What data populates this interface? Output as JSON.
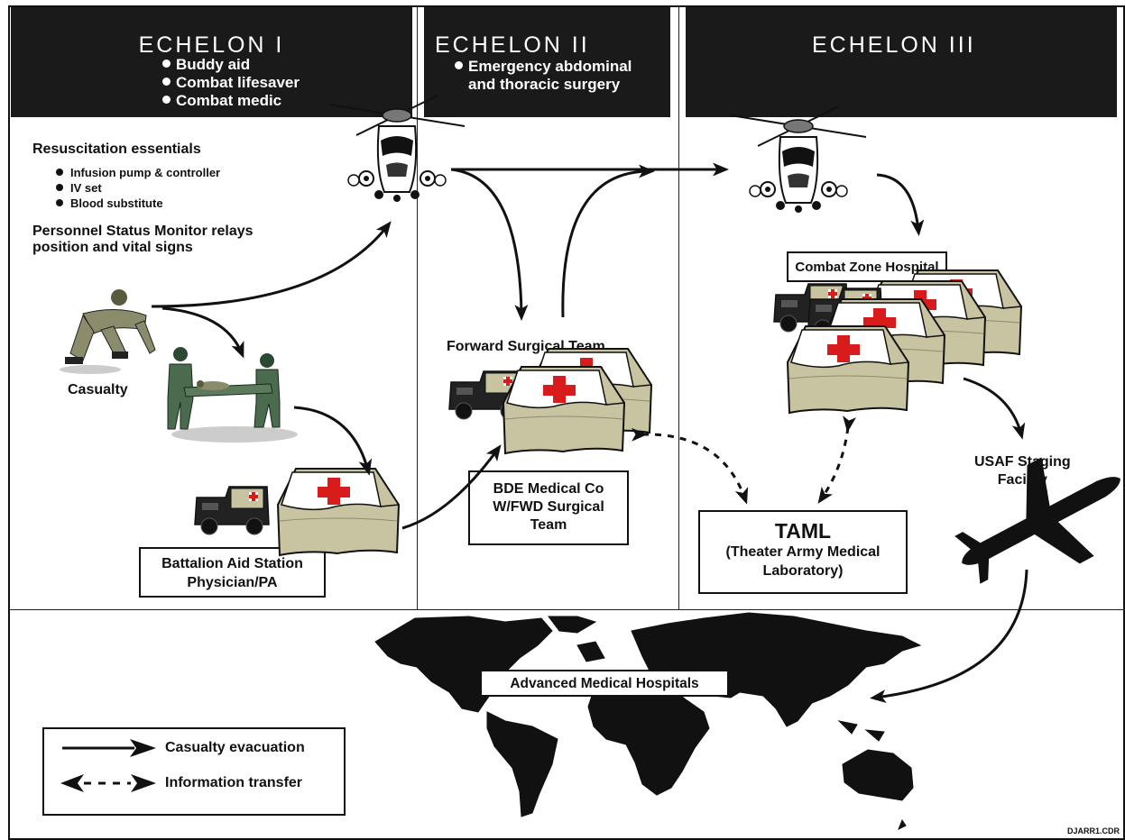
{
  "echelons": [
    {
      "title": "ECHELON I",
      "items": [
        "Buddy aid",
        "Combat lifesaver",
        "Combat medic"
      ]
    },
    {
      "title": "ECHELON II",
      "items": [
        "Emergency abdominal and thoracic surgery"
      ]
    },
    {
      "title": "ECHELON III",
      "items": []
    }
  ],
  "resuscitation": {
    "heading": "Resuscitation essentials",
    "items": [
      "Infusion pump & controller",
      "IV set",
      "Blood substitute"
    ]
  },
  "monitor_text": {
    "line1": "Personnel Status Monitor relays",
    "line2": "position and vital signs"
  },
  "labels": {
    "casualty": "Casualty",
    "forward_surgical_team": "Forward Surgical Team",
    "bde": {
      "line1": "BDE Medical Co",
      "line2": "W/FWD Surgical",
      "line3": "Team"
    },
    "battalion": {
      "line1": "Battalion Aid Station",
      "line2": "Physician/PA"
    },
    "combat_zone_hospital": "Combat Zone Hospital",
    "taml": {
      "title": "TAML",
      "line1": "(Theater Army Medical",
      "line2": "Laboratory)"
    },
    "usaf": {
      "line1": "USAF Staging",
      "line2": "Facility"
    },
    "advanced_hospitals": "Advanced Medical Hospitals"
  },
  "legend": {
    "evacuation": "Casualty evacuation",
    "information": "Information transfer"
  },
  "credit": "DJARR1.CDR",
  "colors": {
    "banner": "#1a1a1a",
    "tent": "#c8c3a0",
    "cross": "#d81c1c",
    "vehicle": "#222222"
  }
}
